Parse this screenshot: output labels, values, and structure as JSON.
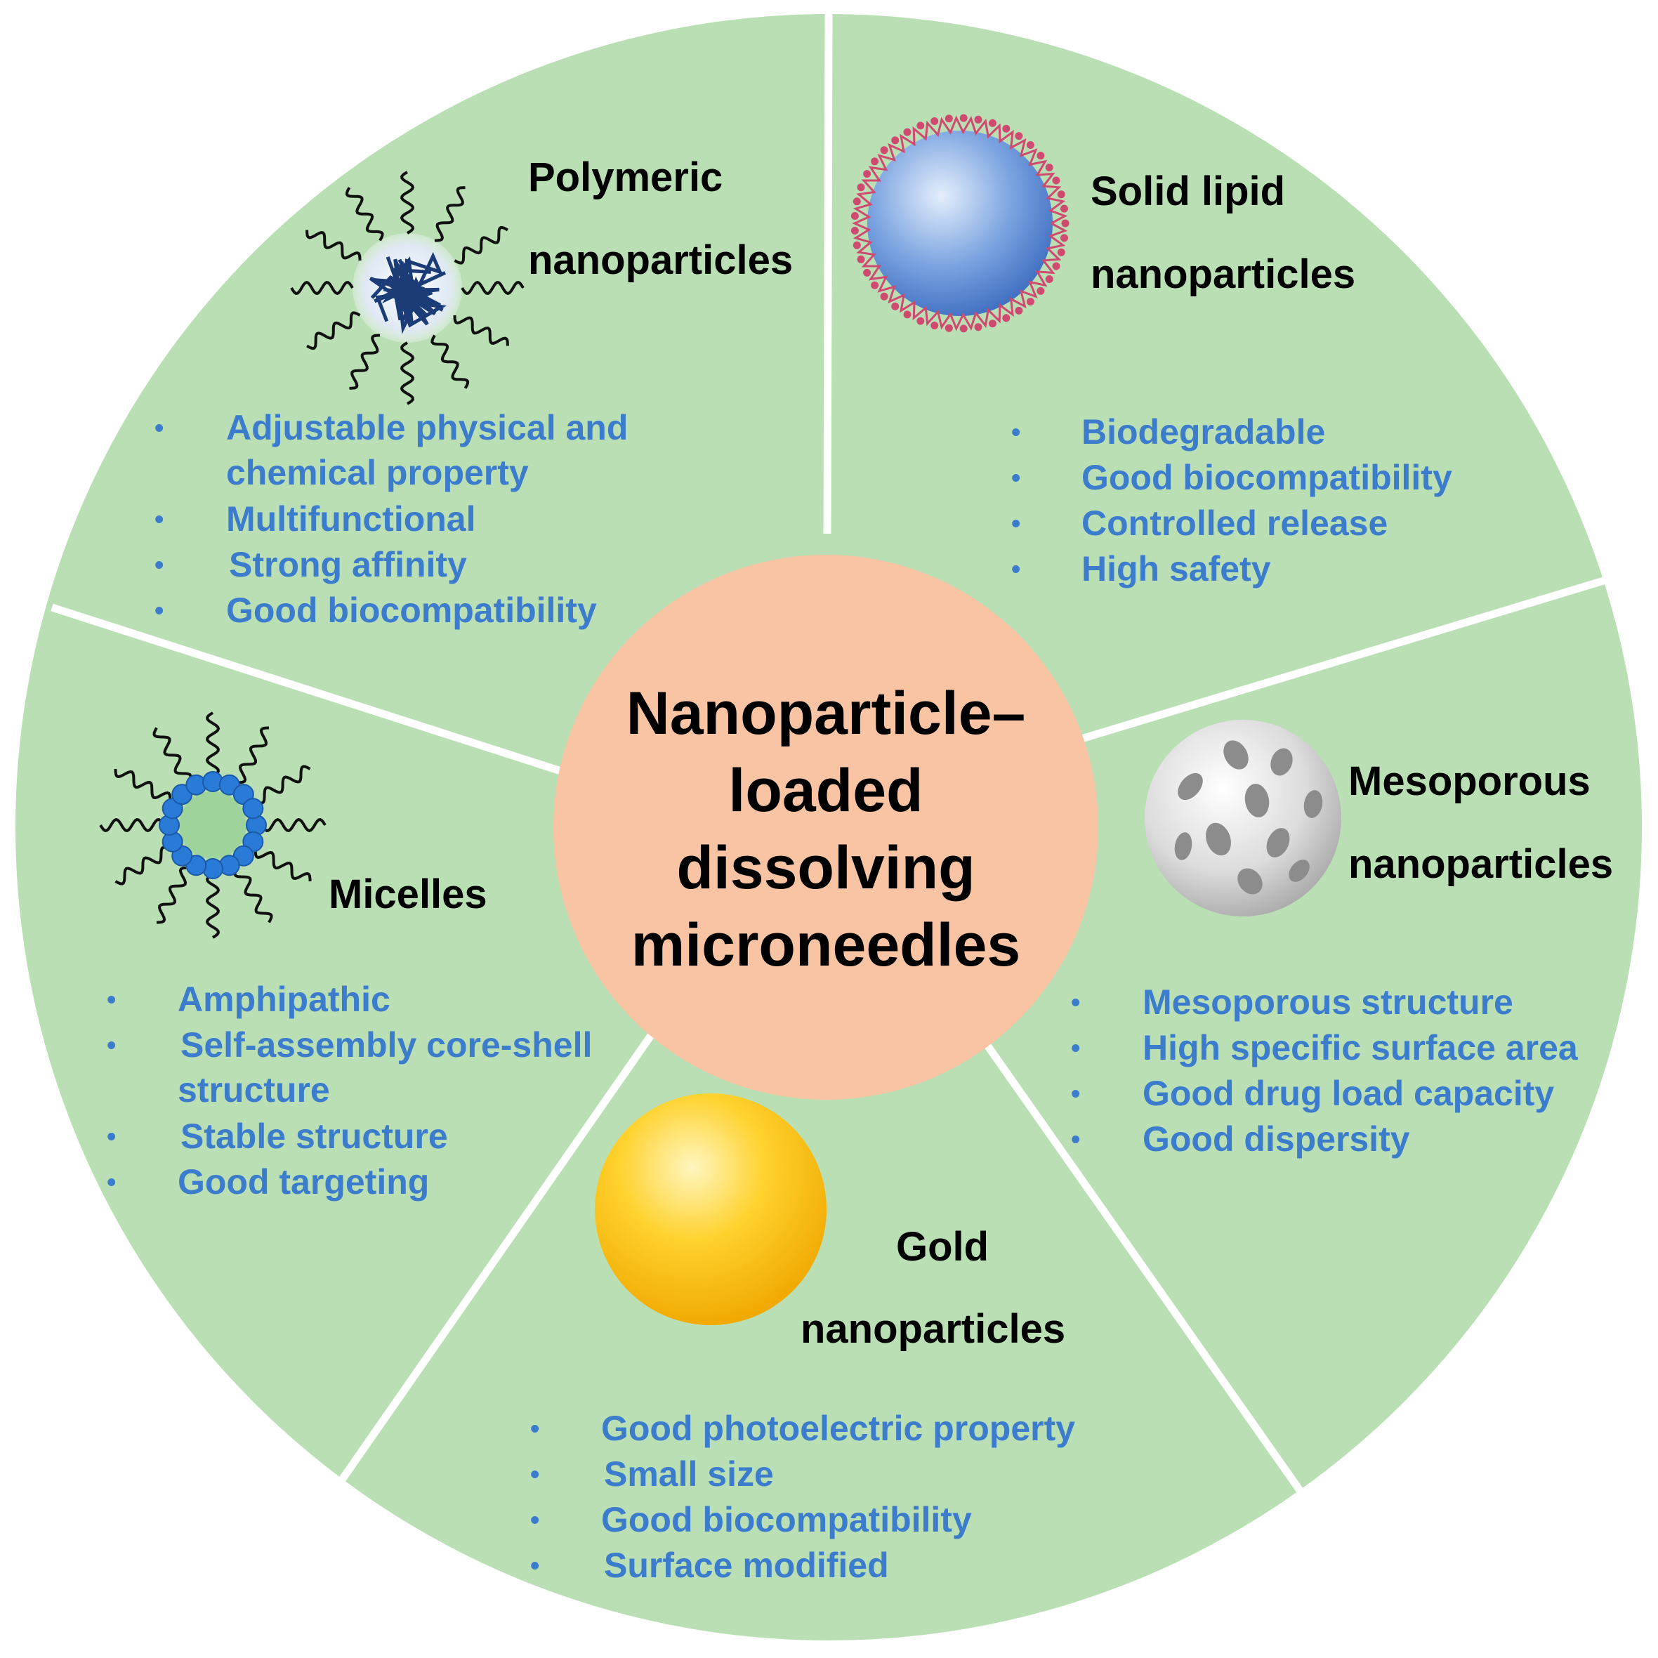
{
  "center": {
    "lines": [
      "Nanoparticle–",
      "loaded",
      "dissolving",
      "microneedles"
    ]
  },
  "colors": {
    "segment": "#badfb5",
    "divider": "#ffffff",
    "center": "#f8c4a4",
    "title_text": "#000000",
    "feature_text": "#3c7ccc"
  },
  "sections": [
    {
      "id": "polymeric",
      "title": [
        "Polymeric",
        "nanoparticles"
      ],
      "icon": "polymeric-nanoparticle-icon",
      "features": [
        [
          "Adjustable physical and",
          "chemical property"
        ],
        [
          "Multifunctional"
        ],
        [
          "Strong affinity"
        ],
        [
          "Good biocompatibility"
        ]
      ]
    },
    {
      "id": "solid-lipid",
      "title": [
        "Solid lipid",
        "nanoparticles"
      ],
      "icon": "solid-lipid-nanoparticle-icon",
      "features": [
        [
          "Biodegradable"
        ],
        [
          "Good biocompatibility"
        ],
        [
          "Controlled release"
        ],
        [
          "High safety"
        ]
      ]
    },
    {
      "id": "mesoporous",
      "title": [
        "Mesoporous",
        "nanoparticles"
      ],
      "icon": "mesoporous-nanoparticle-icon",
      "features": [
        [
          "Mesoporous structure"
        ],
        [
          "High specific surface area"
        ],
        [
          "Good drug load capacity"
        ],
        [
          "Good dispersity"
        ]
      ]
    },
    {
      "id": "gold",
      "title": [
        "Gold",
        "nanoparticles"
      ],
      "icon": "gold-nanoparticle-icon",
      "features": [
        [
          "Good photoelectric property"
        ],
        [
          "Small size"
        ],
        [
          "Good biocompatibility"
        ],
        [
          "Surface modified"
        ]
      ]
    },
    {
      "id": "micelles",
      "title": [
        "Micelles"
      ],
      "icon": "micelle-icon",
      "features": [
        [
          "Amphipathic"
        ],
        [
          "Self-assembly core-shell",
          "structure"
        ],
        [
          "Stable structure"
        ],
        [
          "Good targeting"
        ]
      ]
    }
  ],
  "bullet": "•"
}
